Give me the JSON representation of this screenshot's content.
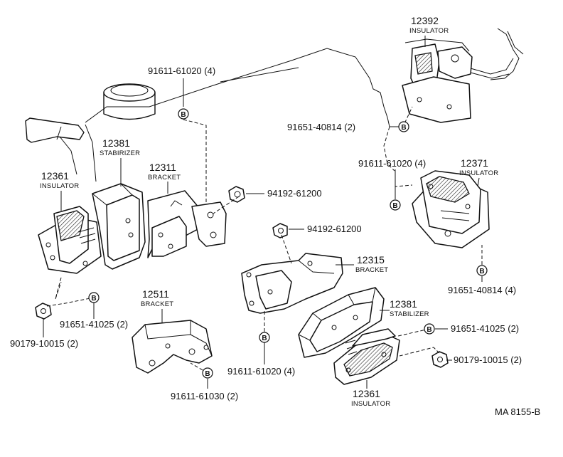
{
  "diagram_code": "MA 8155-B",
  "symbol_letter": "B",
  "callouts": {
    "c91611_top": "91611-61020 (4)",
    "c12392_num": "12392",
    "c12392_name": "INSULATOR",
    "c91651_top": "91651-40814 (2)",
    "c12381_left_num": "12381",
    "c12381_left_name": "STABIRIZER",
    "c12311_num": "12311",
    "c12311_name": "BRACKET",
    "c12361_left_num": "12361",
    "c12361_left_name": "INSULATOR",
    "c94192_upper": "94192-61200",
    "c91611_right": "91611-61020 (4)",
    "c12371_num": "12371",
    "c12371_name": "INSULATOR",
    "c94192_lower": "94192-61200",
    "c12315_num": "12315",
    "c12315_name": "BRACKET",
    "c91651_right": "91651-40814 (4)",
    "c12381_right_num": "12381",
    "c12381_right_name": "STABILIZER",
    "c12511_num": "12511",
    "c12511_name": "BRACKET",
    "c91651_left": "91651-41025 (2)",
    "c90179_left": "90179-10015 (2)",
    "c91651_lowright": "91651-41025 (2)",
    "c90179_right": "90179-10015 (2)",
    "c91611_bottom": "91611-61020 (4)",
    "c12361_right_num": "12361",
    "c12361_right_name": "INSULATOR",
    "c91611_61030": "91611-61030 (2)"
  }
}
